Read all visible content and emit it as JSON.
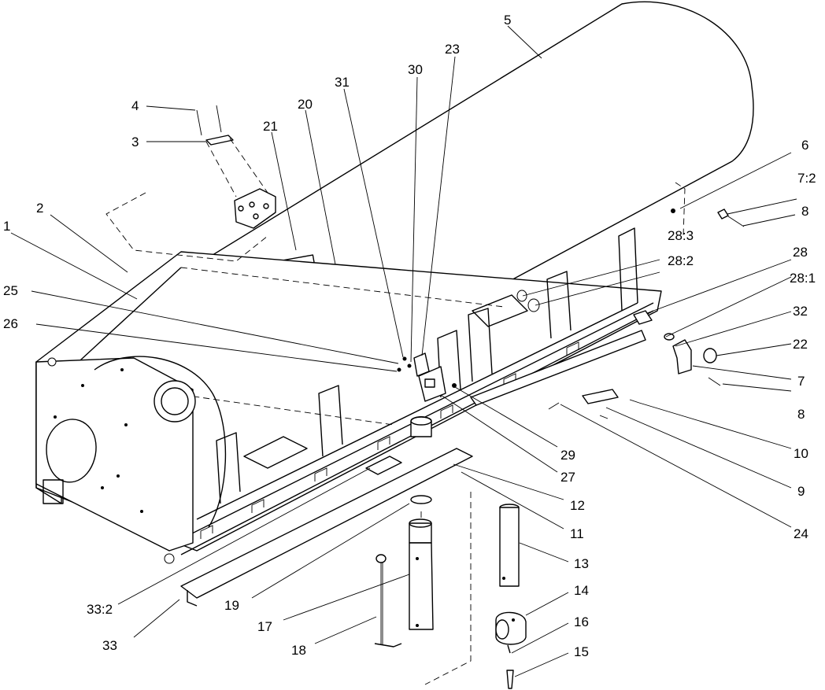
{
  "diagram": {
    "callouts": [
      "1",
      "2",
      "3",
      "4",
      "5",
      "6",
      "7:2",
      "8",
      "28",
      "28:1",
      "28:2",
      "28:3",
      "32",
      "22",
      "7",
      "8",
      "10",
      "9",
      "24",
      "29",
      "27",
      "12",
      "11",
      "13",
      "14",
      "16",
      "15",
      "17",
      "18",
      "19",
      "33:2",
      "33",
      "25",
      "26",
      "31",
      "30",
      "23",
      "20",
      "21"
    ]
  }
}
